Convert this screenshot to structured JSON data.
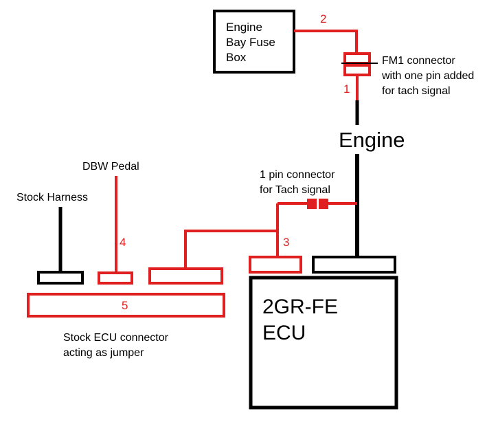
{
  "colors": {
    "wire_red": "#e02020",
    "wire_black": "#000000",
    "background": "#ffffff"
  },
  "labels": {
    "fuse_box": [
      "Engine",
      "Bay Fuse",
      "Box"
    ],
    "fm1_connector": [
      "FM1 connector",
      "with one pin added",
      "for tach signal"
    ],
    "engine": "Engine",
    "dbw_pedal": "DBW Pedal",
    "tach_connector": [
      "1 pin connector",
      "for Tach signal"
    ],
    "stock_harness": "Stock Harness",
    "ecu": [
      "2GR-FE",
      "ECU"
    ],
    "stock_ecu_connector": [
      "Stock ECU connector",
      "acting as jumper"
    ]
  },
  "wire_numbers": {
    "fuse_to_fm1": "2",
    "fm1_to_engine": "1",
    "ecu_tach": "3",
    "dbw_pedal": "4",
    "jumper": "5"
  }
}
